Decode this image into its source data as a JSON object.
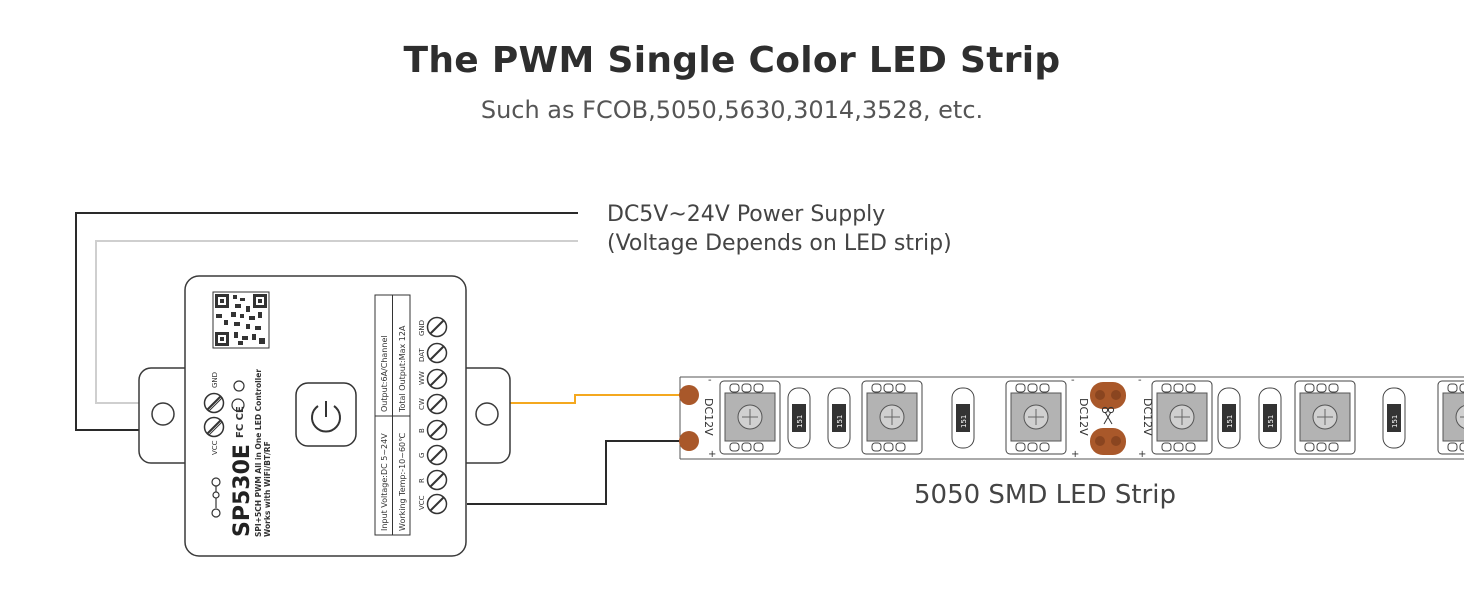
{
  "title": "The PWM Single Color LED Strip",
  "subtitle": "Such as FCOB,5050,5630,3014,3528, etc.",
  "power_supply": {
    "line1": "DC5V~24V Power Supply",
    "line2": "(Voltage Depends on LED strip)"
  },
  "strip_label": "5050 SMD LED Strip",
  "controller": {
    "model": "SP530E",
    "desc1": "SPI+5CH PWM All in One LED Controller",
    "desc2": "Works with WiFi/BT/RF",
    "spec1": "Input Voltage:DC 5~24V",
    "spec2": "Working Temp:-10~60℃",
    "spec3": "Output:6A/Channel",
    "spec4": "Total Output:Max 12A",
    "in_vcc": "VCC",
    "in_gnd": "GND",
    "terminals": [
      "GND",
      "DAT",
      "WW",
      "CW",
      "B",
      "G",
      "R",
      "VCC"
    ],
    "cert": "FC CE"
  },
  "strip": {
    "voltage": "DC12V",
    "resistor": "151",
    "minus": "-",
    "plus": "+"
  },
  "colors": {
    "black_wire": "#2a2a2a",
    "gray_wire": "#cfcfcf",
    "orange_wire": "#f4a81f",
    "copper_pad": "#a9582a",
    "outline": "#3a3a3a"
  }
}
